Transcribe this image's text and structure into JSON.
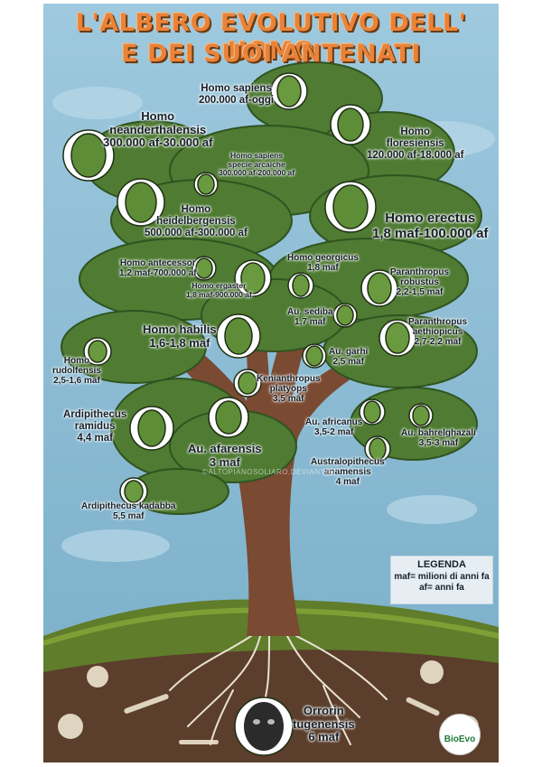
{
  "title": {
    "line1": "L'ALBERO EVOLUTIVO DELL' UOMO",
    "line2": "E DEI SUOI ANTENATI"
  },
  "colors": {
    "sky": "#8fbfd8",
    "foliage": "#4f7b33",
    "foliage_dark": "#2f5420",
    "trunk": "#7a4a32",
    "grass": "#5f7d2a",
    "soil": "#5a3e2c",
    "title": "#e9833a"
  },
  "species": [
    {
      "id": "homo-sapiens",
      "name": [
        "Homo sapiens"
      ],
      "date": "200.000 af-oggi"
    },
    {
      "id": "homo-neanderthalensis",
      "name": [
        "Homo",
        "neanderthalensis"
      ],
      "date": "300.000 af-30.000 af"
    },
    {
      "id": "homo-floresiensis",
      "name": [
        "Homo",
        "floresiensis"
      ],
      "date": "120.000 af-18.000 af"
    },
    {
      "id": "homo-sapiens-arcaiche",
      "name": [
        "Homo sapiens",
        "specie arcaiche"
      ],
      "date": "300.000 af-200.000 af"
    },
    {
      "id": "homo-heidelbergensis",
      "name": [
        "Homo",
        "heidelbergensis"
      ],
      "date": "500.000 af-300.000 af"
    },
    {
      "id": "homo-erectus",
      "name": [
        "Homo erectus"
      ],
      "date": "1,8 maf-100.000 af"
    },
    {
      "id": "homo-antecessor",
      "name": [
        "Homo antecessor"
      ],
      "date": "1,2 maf-700.000 af"
    },
    {
      "id": "homo-georgicus",
      "name": [
        "Homo georgicus"
      ],
      "date": "1,8 maf"
    },
    {
      "id": "homo-ergaster",
      "name": [
        "Homo ergaster"
      ],
      "date": "1,8 maf-900.000 af"
    },
    {
      "id": "paranthropus-robustus",
      "name": [
        "Paranthropus",
        "robustus"
      ],
      "date": "2,2-1,5 maf"
    },
    {
      "id": "au-sediba",
      "name": [
        "Au. sediba"
      ],
      "date": "1,7 maf"
    },
    {
      "id": "homo-habilis",
      "name": [
        "Homo habilis"
      ],
      "date": "1,6-1,8 maf"
    },
    {
      "id": "paranthropus-aethiopicus",
      "name": [
        "Paranthropus",
        "aethiopicus"
      ],
      "date": "2,7-2,2 maf"
    },
    {
      "id": "homo-rudolfensis",
      "name": [
        "Homo",
        "rudolfensis"
      ],
      "date": "2,5-1,6 maf"
    },
    {
      "id": "au-garhi",
      "name": [
        "Au. garhi"
      ],
      "date": "2,5 maf"
    },
    {
      "id": "kenianthropus-platyops",
      "name": [
        "Kenianthropus",
        "platyops"
      ],
      "date": "3,5 maf"
    },
    {
      "id": "ardipithecus-ramidus",
      "name": [
        "Ardipithecus",
        "ramidus"
      ],
      "date": "4,4 maf"
    },
    {
      "id": "au-africanus",
      "name": [
        "Au. africanus"
      ],
      "date": "3,5-2 maf"
    },
    {
      "id": "au-bahrelghazali",
      "name": [
        "Au. bahrelghazali"
      ],
      "date": "3,5-3 maf"
    },
    {
      "id": "au-afarensis",
      "name": [
        "Au. afarensis"
      ],
      "date": "3 maf"
    },
    {
      "id": "australopithecus-anamensis",
      "name": [
        "Australopithecus",
        "anamensis"
      ],
      "date": "4 maf"
    },
    {
      "id": "ardipithecus-kadabba",
      "name": [
        "Ardipithecus kadabba"
      ],
      "date": "5,5 maf"
    },
    {
      "id": "orrorin-tugenensis",
      "name": [
        "Orrorin",
        "tugenensis"
      ],
      "date": "6 maf"
    }
  ],
  "legend": {
    "title": "LEGENDA",
    "line1": "maf= milioni di anni fa",
    "line2": "af= anni fa"
  },
  "logo": {
    "text": "BioEvo"
  },
  "watermark": "©ALTOPIANOSOLIARO.DEVIANTART"
}
